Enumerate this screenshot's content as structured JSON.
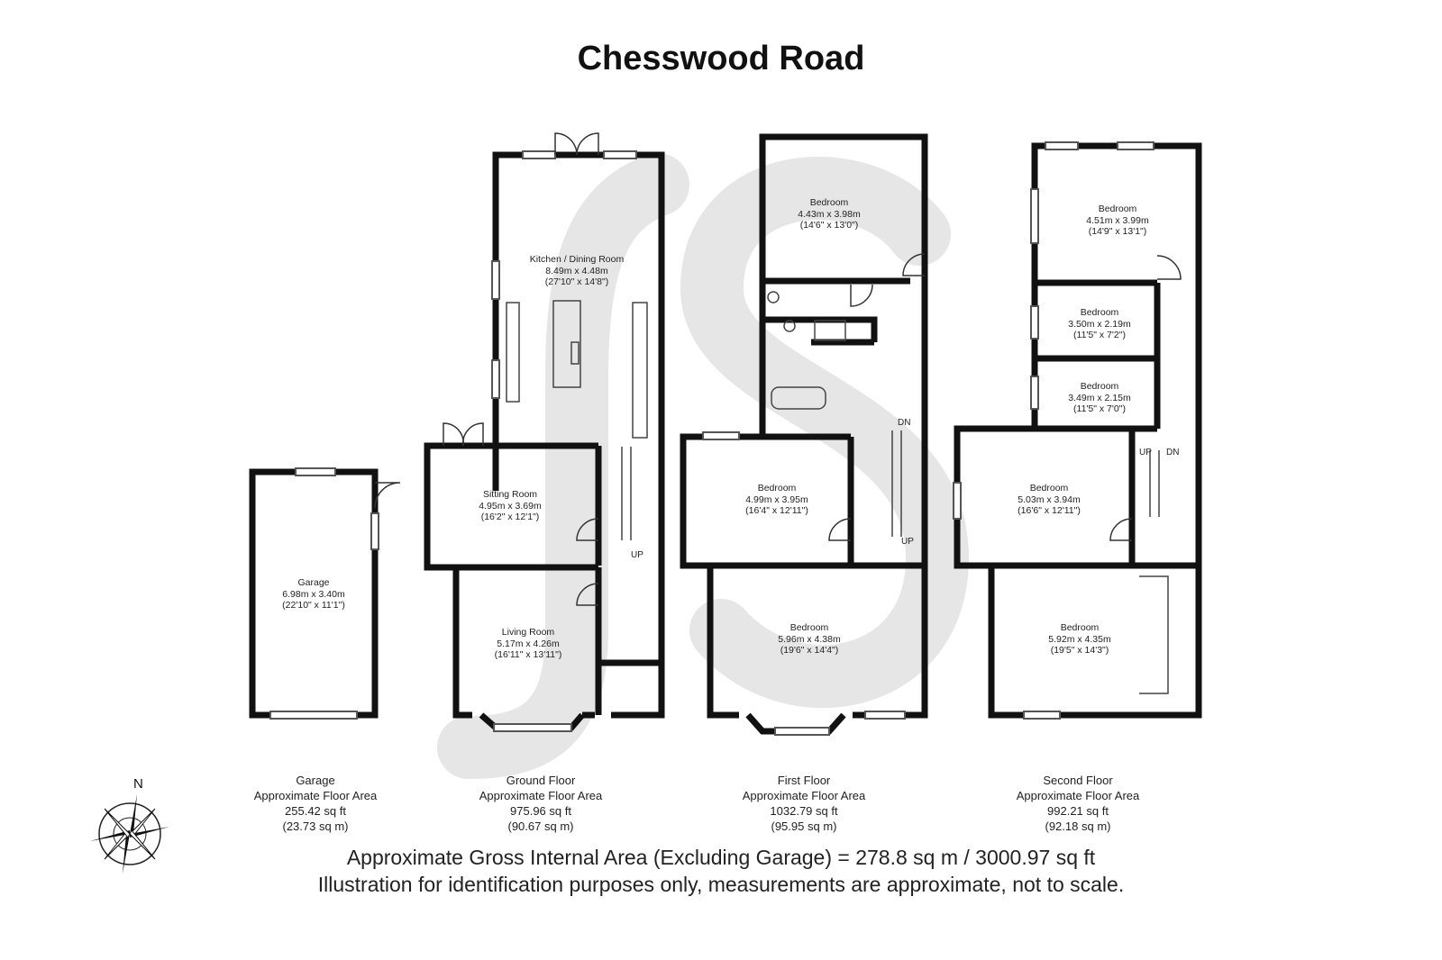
{
  "title": "Chesswood Road",
  "rooms": {
    "garage": {
      "name": "Garage",
      "metric": "6.98m x 3.40m",
      "imperial": "(22'10\" x 11'1\")"
    },
    "kitchen": {
      "name": "Kitchen / Dining Room",
      "metric": "8.49m x 4.48m",
      "imperial": "(27'10\" x 14'8\")"
    },
    "sitting": {
      "name": "Sitting Room",
      "metric": "4.95m x 3.69m",
      "imperial": "(16'2\" x 12'1\")"
    },
    "living": {
      "name": "Living Room",
      "metric": "5.17m x 4.26m",
      "imperial": "(16'11\" x 13'11\")"
    },
    "ff_bed1": {
      "name": "Bedroom",
      "metric": "4.43m x 3.98m",
      "imperial": "(14'6\" x 13'0\")"
    },
    "ff_bed2": {
      "name": "Bedroom",
      "metric": "4.99m x 3.95m",
      "imperial": "(16'4\" x 12'11\")"
    },
    "ff_bed3": {
      "name": "Bedroom",
      "metric": "5.96m x 4.38m",
      "imperial": "(19'6\" x 14'4\")"
    },
    "sf_bed1": {
      "name": "Bedroom",
      "metric": "4.51m x 3.99m",
      "imperial": "(14'9\" x 13'1\")"
    },
    "sf_bed2": {
      "name": "Bedroom",
      "metric": "3.50m x 2.19m",
      "imperial": "(11'5\" x 7'2\")"
    },
    "sf_bed3": {
      "name": "Bedroom",
      "metric": "3.49m x 2.15m",
      "imperial": "(11'5\" x 7'0\")"
    },
    "sf_bed4": {
      "name": "Bedroom",
      "metric": "5.03m x 3.94m",
      "imperial": "(16'6\" x 12'11\")"
    },
    "sf_bed5": {
      "name": "Bedroom",
      "metric": "5.92m x 4.35m",
      "imperial": "(19'5\" x 14'3\")"
    }
  },
  "stairs": {
    "up": "UP",
    "down": "DN"
  },
  "floors": {
    "garage": {
      "name": "Garage",
      "label": "Approximate Floor Area",
      "sqft": "255.42 sq ft",
      "sqm": "(23.73 sq m)"
    },
    "ground": {
      "name": "Ground Floor",
      "label": "Approximate Floor Area",
      "sqft": "975.96 sq ft",
      "sqm": "(90.67 sq m)"
    },
    "first": {
      "name": "First Floor",
      "label": "Approximate Floor Area",
      "sqft": "1032.79 sq ft",
      "sqm": "(95.95 sq m)"
    },
    "second": {
      "name": "Second Floor",
      "label": "Approximate Floor Area",
      "sqft": "992.21 sq ft",
      "sqm": "(92.18 sq m)"
    }
  },
  "compass": {
    "north": "N",
    "icon": "compass-rose-icon"
  },
  "footer": {
    "line1": "Approximate Gross Internal Area (Excluding Garage) = 278.8 sq m / 3000.97 sq ft",
    "line2": "Illustration for identification purposes only, measurements are approximate, not to scale."
  },
  "colors": {
    "wall": "#111111",
    "watermark": "#e6e6e6",
    "fixture": "#444444"
  }
}
